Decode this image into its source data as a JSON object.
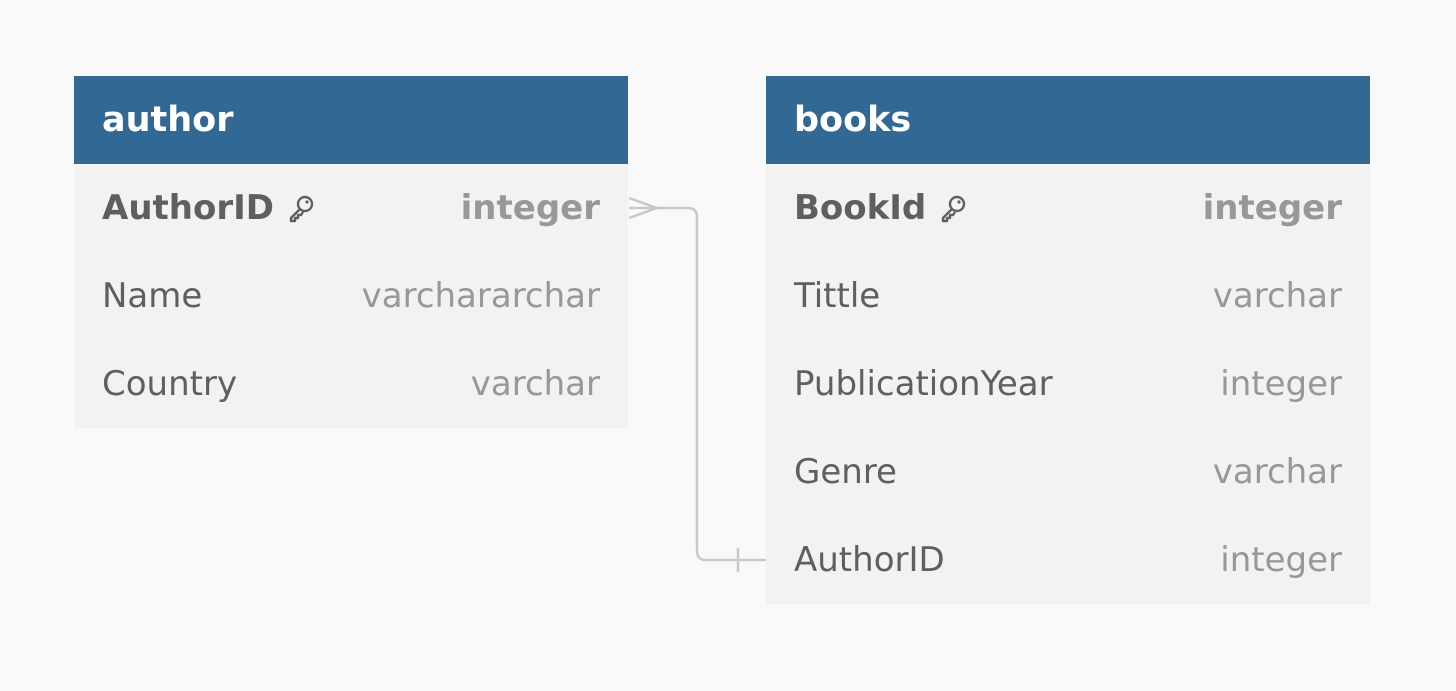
{
  "colors": {
    "background": "#f9f9fa",
    "header": "#316894",
    "table_body": "#f2f2f2",
    "connector": "#c8c8c8"
  },
  "tables": [
    {
      "name": "author",
      "fields": [
        {
          "name": "AuthorID",
          "type": "integer",
          "primary_key": true,
          "key_icon": "key-icon"
        },
        {
          "name": "Name",
          "type": "varchararchar",
          "primary_key": false
        },
        {
          "name": "Country",
          "type": "varchar",
          "primary_key": false
        }
      ]
    },
    {
      "name": "books",
      "fields": [
        {
          "name": "BookId",
          "type": "integer",
          "primary_key": true,
          "key_icon": "key-icon"
        },
        {
          "name": "Tittle",
          "type": "varchar",
          "primary_key": false
        },
        {
          "name": "PublicationYear",
          "type": "integer",
          "primary_key": false
        },
        {
          "name": "Genre",
          "type": "varchar",
          "primary_key": false
        },
        {
          "name": "AuthorID",
          "type": "integer",
          "primary_key": false
        }
      ]
    }
  ],
  "relationships": [
    {
      "from": "author.AuthorID",
      "to": "books.AuthorID",
      "from_end": "many",
      "to_end": "one"
    }
  ]
}
